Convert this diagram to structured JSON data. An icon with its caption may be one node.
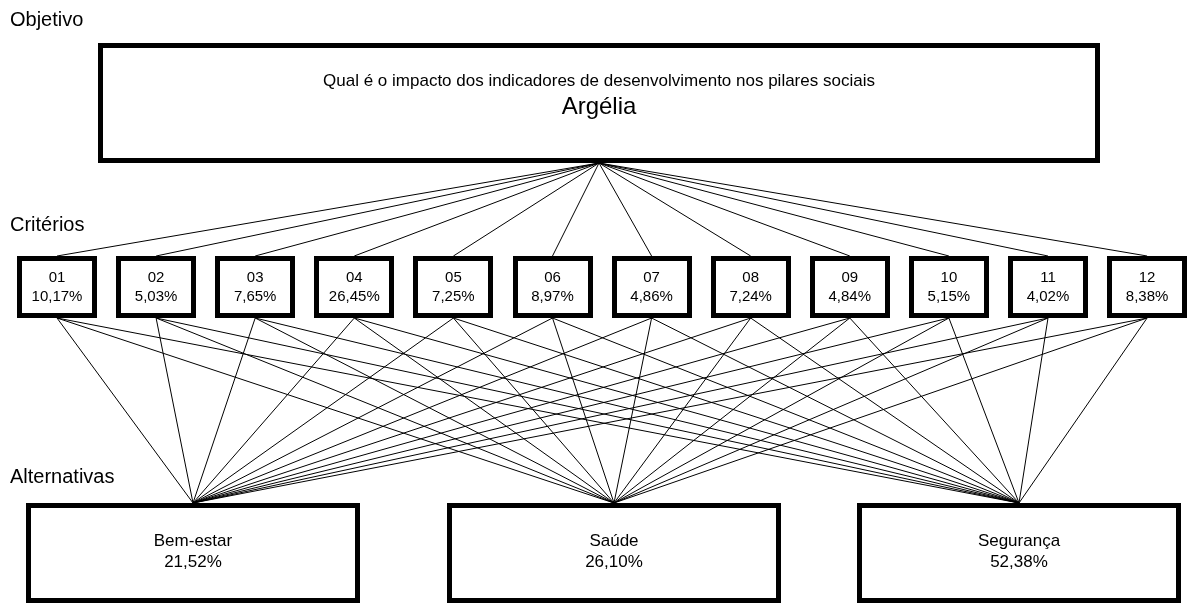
{
  "diagram": {
    "nodes": [
      {
        "text": [
          "Qual é o impacto dos indicadores de desenvolvimento nos pilares sociais",
          "Argélia"
        ]
      },
      {
        "text": [
          "01",
          "10,17%"
        ]
      },
      {
        "text": [
          "02",
          "5,03%"
        ]
      },
      {
        "text": [
          "03",
          "7,65%"
        ]
      },
      {
        "text": [
          "04",
          "26,45%"
        ]
      },
      {
        "text": [
          "05",
          "7,25%"
        ]
      },
      {
        "text": [
          "06",
          "8,97%"
        ]
      },
      {
        "text": [
          "07",
          "4,86%"
        ]
      },
      {
        "text": [
          "08",
          "7,24%"
        ]
      },
      {
        "text": [
          "09",
          "4,84%"
        ]
      },
      {
        "text": [
          "10",
          "5,15%"
        ]
      },
      {
        "text": [
          "11",
          "4,02%"
        ]
      },
      {
        "text": [
          "12",
          "8,38%"
        ]
      },
      {
        "text": [
          "Bem-estar",
          "21,52%"
        ]
      },
      {
        "text": [
          "Saúde",
          "26,10%"
        ]
      },
      {
        "text": [
          "Segurança",
          "52,38%"
        ]
      }
    ],
    "edges": [
      {
        "from": 0,
        "to": 1,
        "arrow": "none"
      },
      {
        "from": 0,
        "to": 2,
        "arrow": "none"
      },
      {
        "from": 0,
        "to": 3,
        "arrow": "none"
      },
      {
        "from": 0,
        "to": 4,
        "arrow": "none"
      },
      {
        "from": 0,
        "to": 5,
        "arrow": "none"
      },
      {
        "from": 0,
        "to": 6,
        "arrow": "none"
      },
      {
        "from": 0,
        "to": 7,
        "arrow": "none"
      },
      {
        "from": 0,
        "to": 8,
        "arrow": "none"
      },
      {
        "from": 0,
        "to": 9,
        "arrow": "none"
      },
      {
        "from": 0,
        "to": 10,
        "arrow": "none"
      },
      {
        "from": 0,
        "to": 11,
        "arrow": "none"
      },
      {
        "from": 0,
        "to": 12,
        "arrow": "none"
      },
      {
        "from": 1,
        "to": 13,
        "arrow": "none"
      },
      {
        "from": 1,
        "to": 14,
        "arrow": "none"
      },
      {
        "from": 1,
        "to": 15,
        "arrow": "none"
      },
      {
        "from": 2,
        "to": 13,
        "arrow": "none"
      },
      {
        "from": 2,
        "to": 14,
        "arrow": "none"
      },
      {
        "from": 2,
        "to": 15,
        "arrow": "none"
      },
      {
        "from": 3,
        "to": 13,
        "arrow": "none"
      },
      {
        "from": 3,
        "to": 14,
        "arrow": "none"
      },
      {
        "from": 3,
        "to": 15,
        "arrow": "none"
      },
      {
        "from": 4,
        "to": 13,
        "arrow": "none"
      },
      {
        "from": 4,
        "to": 14,
        "arrow": "none"
      },
      {
        "from": 4,
        "to": 15,
        "arrow": "none"
      },
      {
        "from": 5,
        "to": 13,
        "arrow": "none"
      },
      {
        "from": 5,
        "to": 14,
        "arrow": "none"
      },
      {
        "from": 5,
        "to": 15,
        "arrow": "none"
      },
      {
        "from": 6,
        "to": 13,
        "arrow": "none"
      },
      {
        "from": 6,
        "to": 14,
        "arrow": "none"
      },
      {
        "from": 6,
        "to": 15,
        "arrow": "none"
      },
      {
        "from": 7,
        "to": 13,
        "arrow": "none"
      },
      {
        "from": 7,
        "to": 14,
        "arrow": "none"
      },
      {
        "from": 7,
        "to": 15,
        "arrow": "none"
      },
      {
        "from": 8,
        "to": 13,
        "arrow": "none"
      },
      {
        "from": 8,
        "to": 14,
        "arrow": "none"
      },
      {
        "from": 8,
        "to": 15,
        "arrow": "none"
      },
      {
        "from": 9,
        "to": 13,
        "arrow": "none"
      },
      {
        "from": 9,
        "to": 14,
        "arrow": "none"
      },
      {
        "from": 9,
        "to": 15,
        "arrow": "none"
      },
      {
        "from": 10,
        "to": 13,
        "arrow": "none"
      },
      {
        "from": 10,
        "to": 14,
        "arrow": "none"
      },
      {
        "from": 10,
        "to": 15,
        "arrow": "none"
      },
      {
        "from": 11,
        "to": 13,
        "arrow": "none"
      },
      {
        "from": 11,
        "to": 14,
        "arrow": "none"
      },
      {
        "from": 11,
        "to": 15,
        "arrow": "none"
      },
      {
        "from": 12,
        "to": 13,
        "arrow": "none"
      },
      {
        "from": 12,
        "to": 14,
        "arrow": "none"
      },
      {
        "from": 12,
        "to": 15,
        "arrow": "none"
      }
    ],
    "labels": [
      "Objetivo",
      "Critérios",
      "Alternativas"
    ]
  }
}
